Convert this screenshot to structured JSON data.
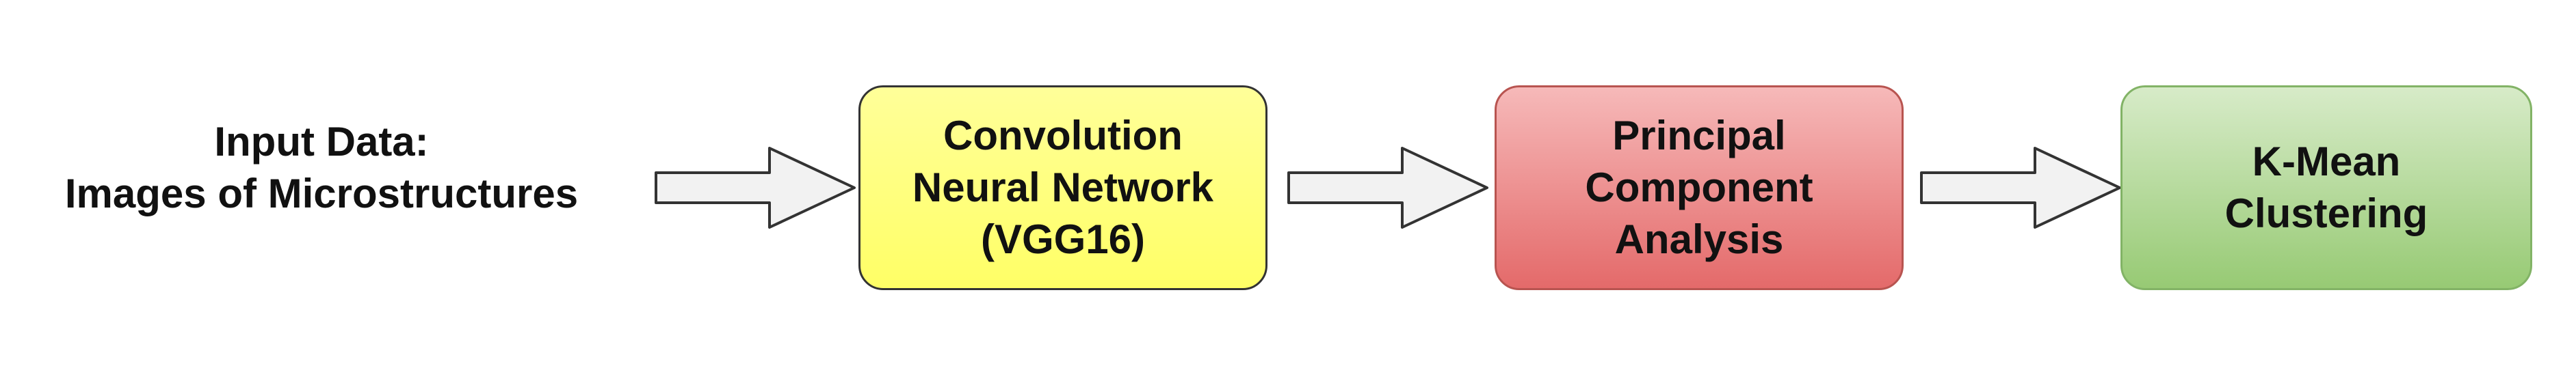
{
  "input": {
    "line1": "Input Data:",
    "line2": "Images of Microstructures"
  },
  "steps": [
    {
      "lines": [
        "Convolution",
        "Neural Network",
        "(VGG16)"
      ],
      "color": "#ffff88"
    },
    {
      "lines": [
        "Principal",
        "Component",
        "Analysis"
      ],
      "color": "#f19c99"
    },
    {
      "lines": [
        "K-Mean",
        "Clustering"
      ],
      "color": "#b9e0a5"
    }
  ],
  "arrow_color": "#f2f2f2"
}
